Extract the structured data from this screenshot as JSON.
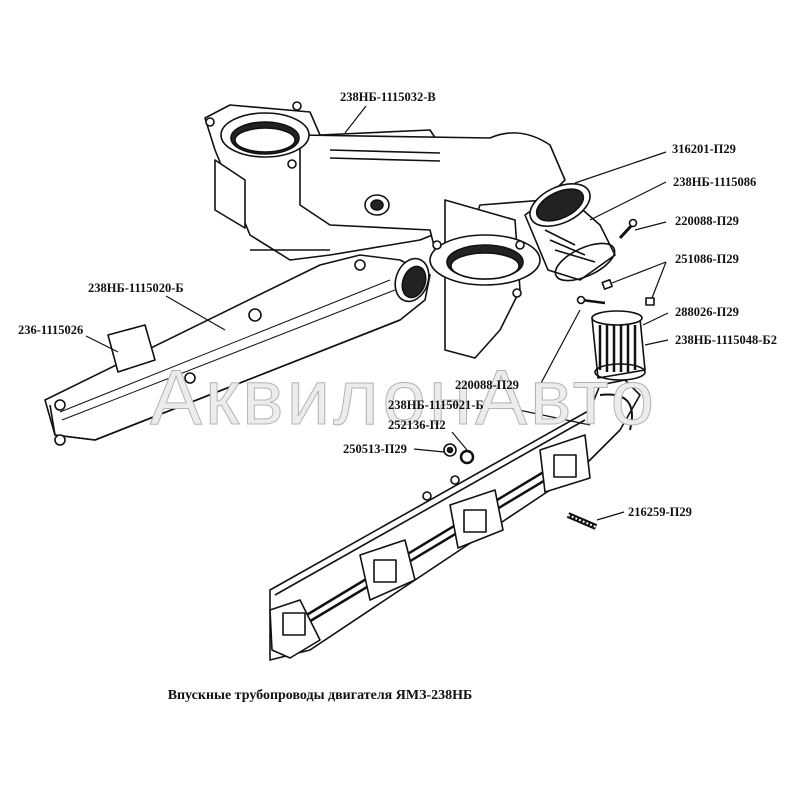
{
  "title": "Впускные трубопроводы двигателя ЯМЗ-238НБ",
  "watermark": "АквилонАвто",
  "colors": {
    "ink": "#111111",
    "paper": "#ffffff",
    "watermark": "#c8c8c8"
  },
  "parts": [
    {
      "id": "p1",
      "label": "238НБ-1115032-В"
    },
    {
      "id": "p2",
      "label": "316201-П29"
    },
    {
      "id": "p3",
      "label": "238НБ-1115086"
    },
    {
      "id": "p4",
      "label": "220088-П29"
    },
    {
      "id": "p5",
      "label": "251086-П29"
    },
    {
      "id": "p6",
      "label": "288026-П29"
    },
    {
      "id": "p7",
      "label": "238НБ-1115048-Б2"
    },
    {
      "id": "p8",
      "label": "238НБ-1115020-Б"
    },
    {
      "id": "p9",
      "label": "236-1115026"
    },
    {
      "id": "p10",
      "label": "220088-П29"
    },
    {
      "id": "p11",
      "label": "238НБ-1115021-Б"
    },
    {
      "id": "p12",
      "label": "252136-П2"
    },
    {
      "id": "p13",
      "label": "250513-П29"
    },
    {
      "id": "p14",
      "label": "216259-П29"
    }
  ]
}
